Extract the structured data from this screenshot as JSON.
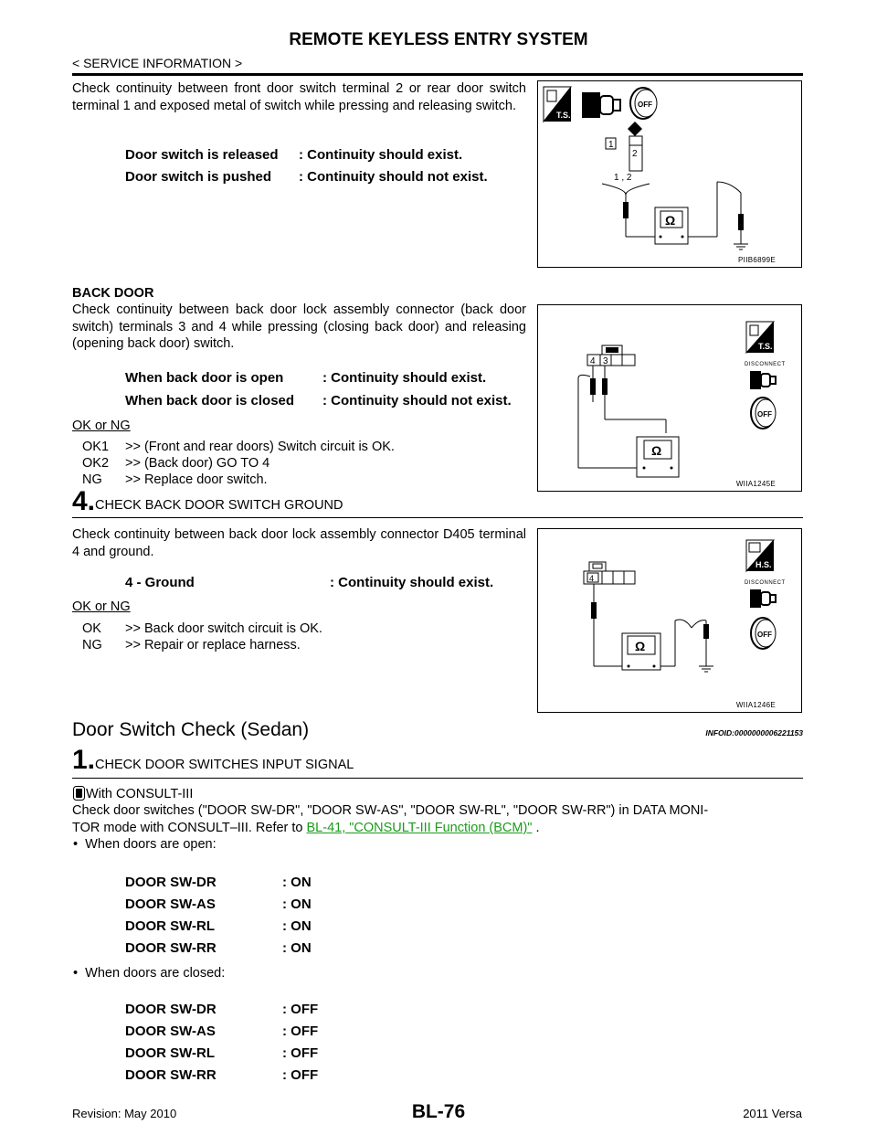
{
  "header": {
    "title": "REMOTE KEYLESS ENTRY SYSTEM",
    "section": "< SERVICE INFORMATION >"
  },
  "block1": {
    "text": "Check continuity between front door switch terminal 2 or rear door switch terminal 1 and exposed metal of switch while pressing and releasing switch.",
    "specs": [
      {
        "cond": "Door switch is released",
        "result": ": Continuity should exist."
      },
      {
        "cond": "Door switch is pushed",
        "result": ": Continuity should not exist."
      }
    ],
    "figure_id": "PIIB6899E",
    "figure_terms": [
      "1",
      "2",
      "1 , 2"
    ]
  },
  "block2": {
    "heading": "BACK DOOR",
    "text": "Check continuity between back door lock assembly connector (back door switch) terminals 3 and 4 while pressing (closing back door) and releasing (opening back door) switch.",
    "specs": [
      {
        "cond": "When back door is open",
        "result": ": Continuity should exist."
      },
      {
        "cond": "When back door is closed",
        "result": ": Continuity should not exist."
      }
    ],
    "oknglabel": "OK or NG",
    "results": [
      {
        "code": "OK1",
        "text": ">> (Front and rear doors) Switch circuit is OK."
      },
      {
        "code": "OK2",
        "text": ">> (Back door) GO TO 4"
      },
      {
        "code": "NG",
        "text": ">> Replace door switch."
      }
    ],
    "figure_id": "WIIA1245E",
    "figure_terms": [
      "4",
      "3"
    ],
    "disconnect": "DISCONNECT"
  },
  "step4": {
    "num": "4.",
    "title": "CHECK BACK DOOR SWITCH GROUND",
    "text": "Check continuity between back door lock assembly connector D405 terminal 4 and ground.",
    "spec": {
      "cond": "4 - Ground",
      "result": ": Continuity should exist."
    },
    "oknglabel": "OK or NG",
    "results": [
      {
        "code": "OK",
        "text": ">> Back door switch circuit is OK."
      },
      {
        "code": "NG",
        "text": ">> Repair or replace harness."
      }
    ],
    "figure_id": "WIIA1246E",
    "figure_terms": [
      "4"
    ],
    "disconnect": "DISCONNECT"
  },
  "section": {
    "title": "Door Switch Check (Sedan)",
    "infoid": "INFOID:0000000006221153"
  },
  "step1": {
    "num": "1.",
    "title": "CHECK DOOR SWITCHES INPUT SIGNAL",
    "with": "With CONSULT-III",
    "text_a": "Check door switches (\"DOOR SW-DR\", \"DOOR SW-AS\", \"DOOR SW-RL\", \"DOOR SW-RR\") in DATA MONI-",
    "text_b": "TOR mode with CONSULT–III. Refer to",
    "link": "BL-41, \"CONSULT-III Function (BCM)\"",
    "text_c": ".",
    "open_label": "When doors are open:",
    "open": [
      {
        "item": "DOOR SW-DR",
        "val": ": ON"
      },
      {
        "item": "DOOR SW-AS",
        "val": ": ON"
      },
      {
        "item": "DOOR SW-RL",
        "val": ": ON"
      },
      {
        "item": "DOOR SW-RR",
        "val": ": ON"
      }
    ],
    "closed_label": "When doors are closed:",
    "closed": [
      {
        "item": "DOOR SW-DR",
        "val": ": OFF"
      },
      {
        "item": "DOOR SW-AS",
        "val": ": OFF"
      },
      {
        "item": "DOOR SW-RL",
        "val": ": OFF"
      },
      {
        "item": "DOOR SW-RR",
        "val": ": OFF"
      }
    ]
  },
  "footer": {
    "revision": "Revision: May 2010",
    "page": "BL-76",
    "model": "2011 Versa"
  },
  "icons": {
    "ts": "T.S.",
    "hs": "H.S.",
    "off": "OFF",
    "ohm": "Ω"
  }
}
